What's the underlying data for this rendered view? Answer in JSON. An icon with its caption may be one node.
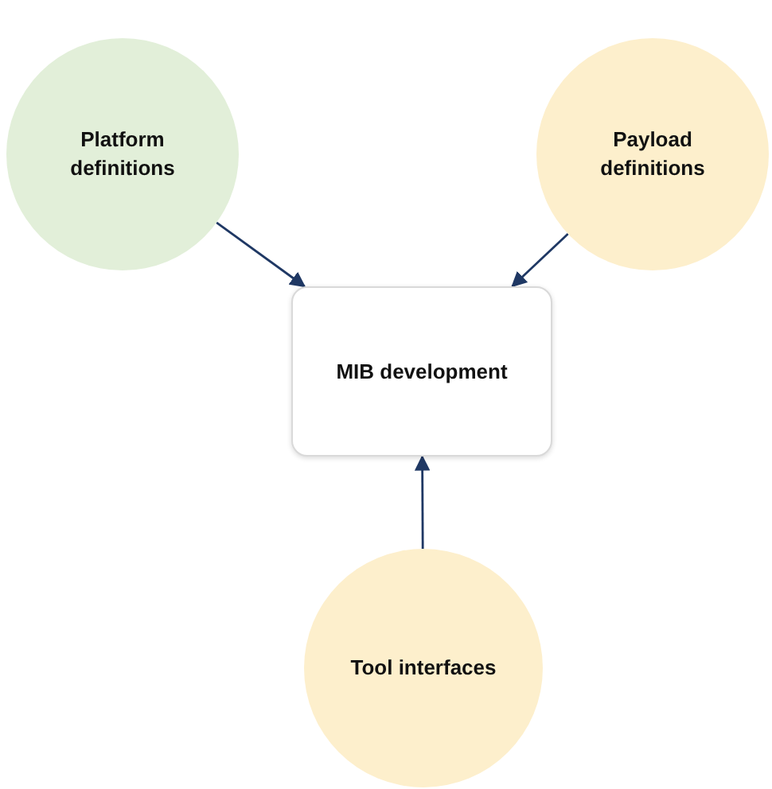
{
  "diagram": {
    "nodes": [
      {
        "text": [
          "Platform definitions"
        ]
      },
      {
        "text": [
          "Payload definitions"
        ]
      },
      {
        "text": [
          "MIB development"
        ]
      },
      {
        "text": [
          "Tool interfaces"
        ]
      }
    ],
    "edges": [
      {
        "from": 0,
        "to": 2,
        "arrow": "to"
      },
      {
        "from": 1,
        "to": 2,
        "arrow": "to"
      },
      {
        "from": 3,
        "to": 2,
        "arrow": "to"
      }
    ]
  }
}
